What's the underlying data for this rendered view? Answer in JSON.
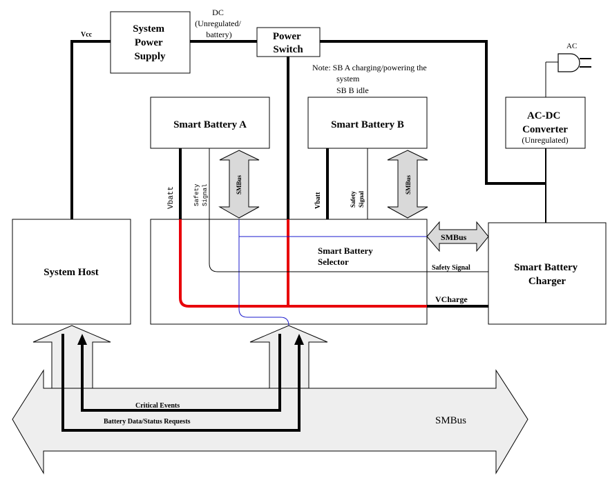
{
  "blocks": {
    "system_power_supply": "System Power Supply",
    "system_power_supply_lines": [
      "System",
      "Power",
      "Supply"
    ],
    "power_switch_lines": [
      "Power",
      "Switch"
    ],
    "smart_battery_a": "Smart Battery A",
    "smart_battery_b": "Smart Battery B",
    "ac_dc_converter_lines": [
      "AC-DC",
      "Converter"
    ],
    "ac_dc_converter_sub": "(Unregulated)",
    "system_host": "System Host",
    "selector_lines": [
      "Smart Battery",
      "Selector"
    ],
    "charger_lines": [
      "Smart Battery",
      "Charger"
    ]
  },
  "labels": {
    "vcc": "Vcc",
    "dc_lines": [
      "DC",
      "(Unregulated/",
      "battery)"
    ],
    "ac": "AC",
    "note_lines": [
      "Note: SB A charging/powering the",
      "system",
      "SB  B  idle"
    ],
    "vbatt_a": "Vbatt",
    "safety_a_lines": [
      "Safety",
      "Signal"
    ],
    "smbus_a": "SMBus",
    "vbatt_b": "Vbatt",
    "safety_b_lines": [
      "Safety",
      "Signal"
    ],
    "smbus_b": "SMBus",
    "smbus_charger": "SMBus",
    "safety_signal": "Safety Signal",
    "vcharge": "VCharge",
    "critical_events": "Critical Events",
    "battery_data": "Battery Data/Status Requests",
    "smbus_main": "SMBus"
  },
  "colors": {
    "charge_path": "#e8000a",
    "smbus_wire": "#1a1acc",
    "arrow_fill": "#d9d9d9",
    "bus_fill": "#eeeeee"
  }
}
